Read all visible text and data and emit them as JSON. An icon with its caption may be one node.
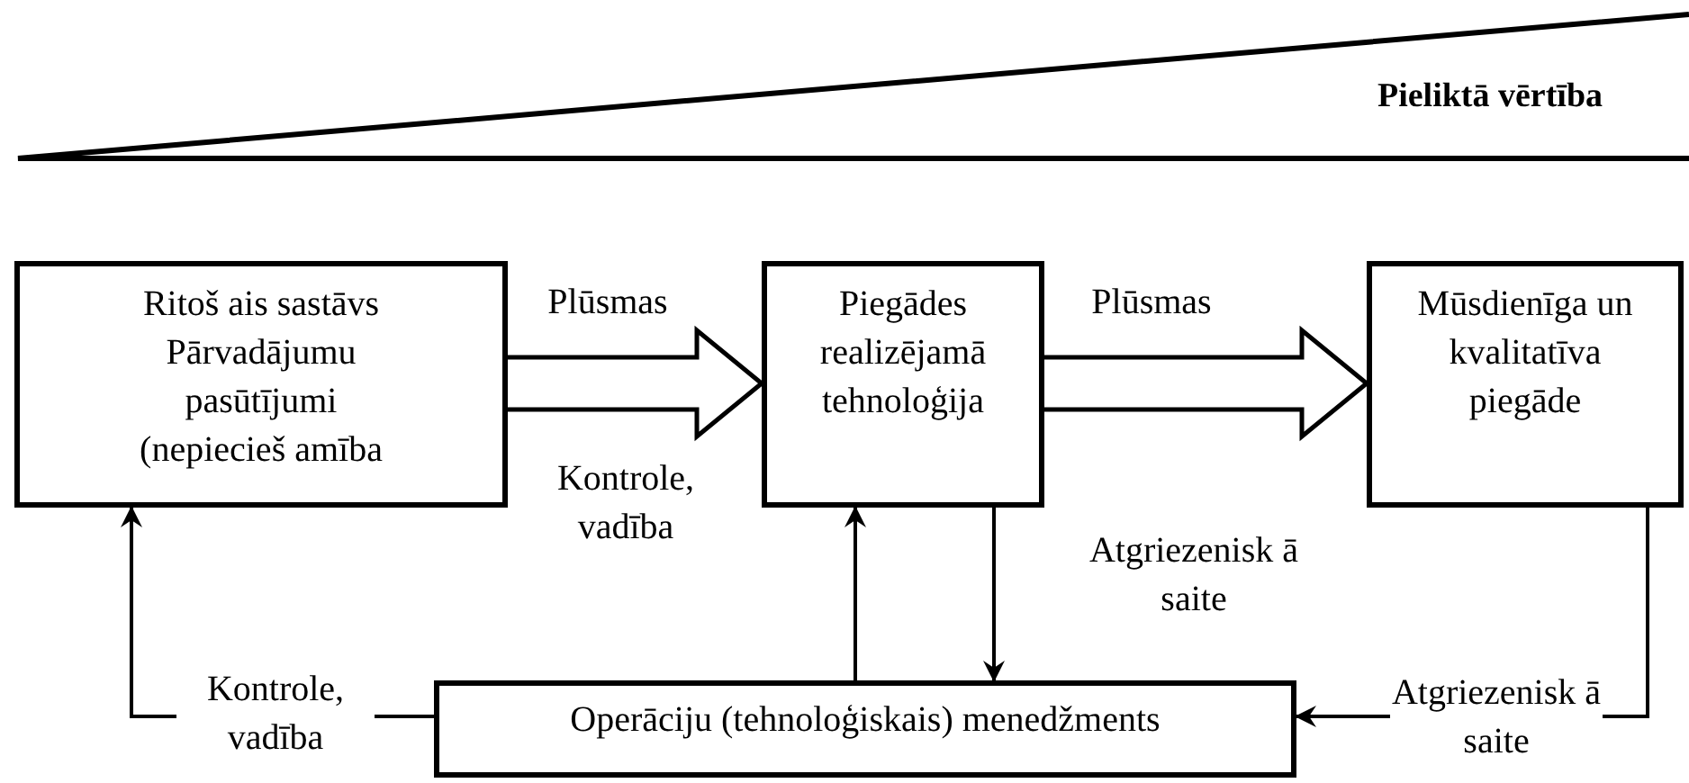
{
  "diagram": {
    "nodes": [
      {
        "text": [
          "Ritoš ais sastāvs Pārvadājumu pasūtījumi (nepiecieš amība"
        ]
      },
      {
        "text": [
          "Piegādes realizējamā tehnoloģija"
        ]
      },
      {
        "text": [
          "Mūsdienīga un kvalitatīva piegāde"
        ]
      },
      {
        "text": [
          "Operāciju (tehnoloģiskais) menedžments"
        ]
      }
    ],
    "edges": [
      {
        "from": 0,
        "to": 1,
        "arrow": "to",
        "style": "thick",
        "label": "Plūsmas"
      },
      {
        "from": 1,
        "to": 2,
        "arrow": "to",
        "style": "thick",
        "label": "Plūsmas"
      },
      {
        "from": 1,
        "to": 3,
        "arrow": "to",
        "label": "Atgriezenisk ā saite"
      },
      {
        "from": 3,
        "to": 1,
        "arrow": "to"
      },
      {
        "from": 3,
        "to": 0,
        "arrow": "to",
        "label": "Kontrole, vadība"
      },
      {
        "from": 2,
        "to": 3,
        "arrow": "to",
        "label": "Atgriezenisk ā saite"
      }
    ],
    "labels": [
      "Pieliktā vērtība",
      "Kontrole, vadība"
    ]
  }
}
